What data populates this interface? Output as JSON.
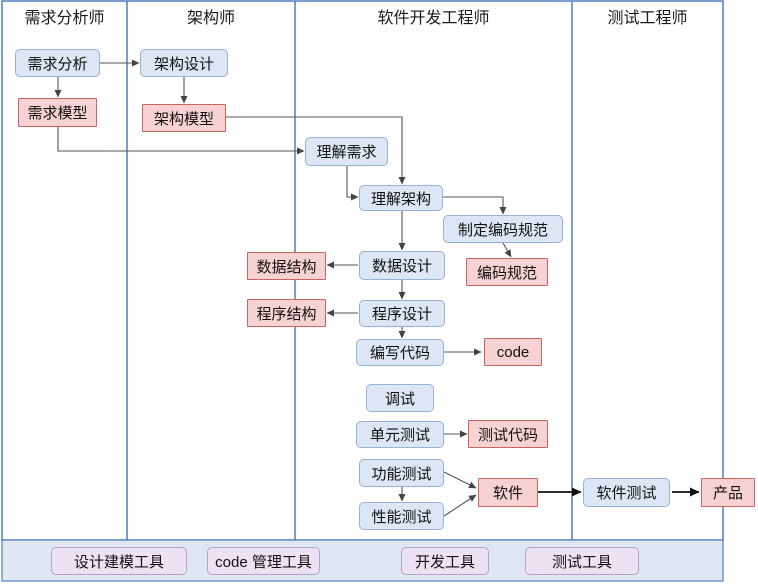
{
  "lanes": {
    "analyst": "需求分析师",
    "architect": "架构师",
    "developer": "软件开发工程师",
    "tester": "测试工程师"
  },
  "nodes": {
    "req_analysis": "需求分析",
    "req_model": "需求模型",
    "arch_design": "架构设计",
    "arch_model": "架构模型",
    "understand_req": "理解需求",
    "understand_arch": "理解架构",
    "make_coding_std": "制定编码规范",
    "coding_std": "编码规范",
    "data_design": "数据设计",
    "data_structure": "数据结构",
    "program_design": "程序设计",
    "program_structure": "程序结构",
    "write_code": "编写代码",
    "code": "code",
    "debug": "调试",
    "unit_test": "单元测试",
    "test_code": "测试代码",
    "func_test": "功能测试",
    "perf_test": "性能测试",
    "software": "软件",
    "software_test": "软件测试",
    "product": "产品"
  },
  "tools": {
    "design_modeling": "设计建模工具",
    "code_management": "code 管理工具",
    "development": "开发工具",
    "testing": "测试工具"
  },
  "colors": {
    "lane_border": "#4f7ec0",
    "process_fill": "#dce6f4",
    "artifact_fill": "#f6d3d2",
    "tool_fill": "#ece2f1",
    "tool_band": "#dfe7f2"
  }
}
